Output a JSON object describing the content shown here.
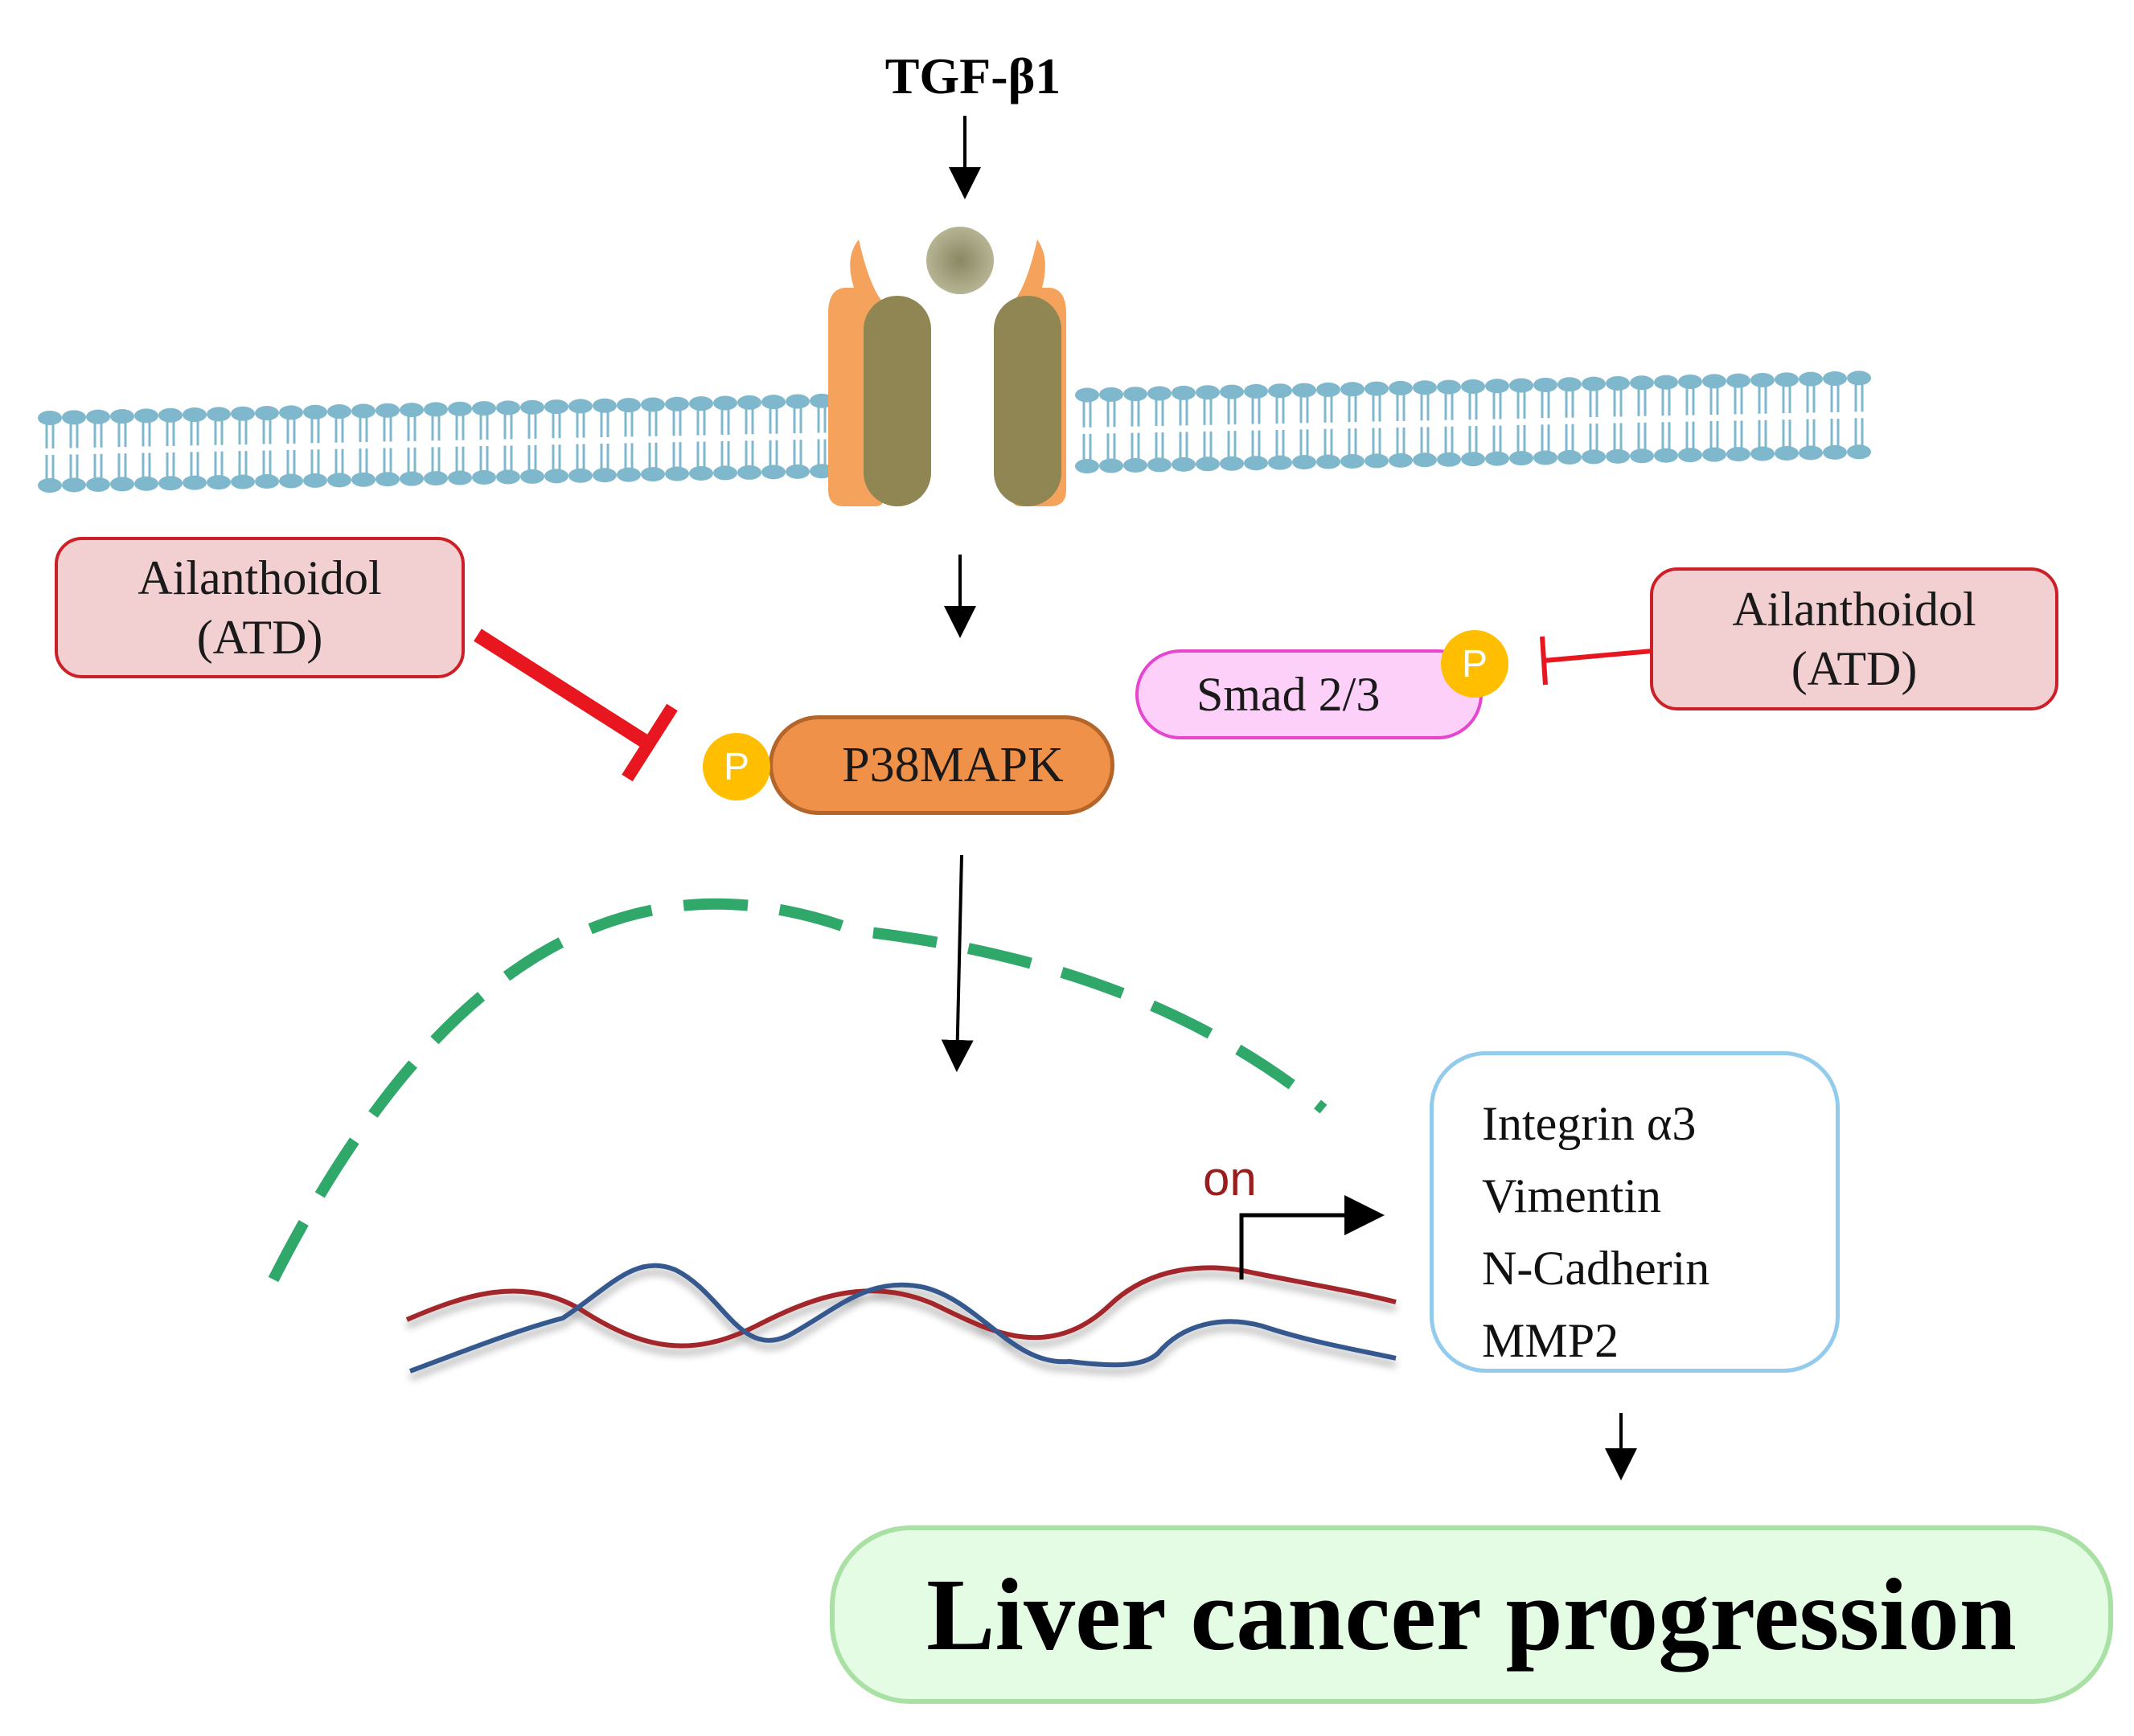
{
  "ligand": {
    "label": "TGF-β1"
  },
  "inhibitor_left": {
    "line1": "Ailanthoidol",
    "line2": "(ATD)"
  },
  "inhibitor_right": {
    "line1": "Ailanthoidol",
    "line2": "(ATD)"
  },
  "nodes": {
    "smad": "Smad 2/3",
    "p38": "P38MAPK",
    "phospho_label": "P"
  },
  "transcription": {
    "on_label": "on"
  },
  "target_genes": [
    "Integrin α3",
    "Vimentin",
    "N-Cadherin",
    "MMP2"
  ],
  "outcome": {
    "label": "Liver cancer progression"
  },
  "colors": {
    "membrane": "#7fb8cc",
    "receptor_outer": "#f5a35c",
    "receptor_inner": "#8f8653",
    "ligand": "#9c9a78",
    "inhibition": "#e8161e",
    "nucleus_border": "#2fa86a",
    "dna_red": "#a3262b",
    "dna_blue": "#35588e",
    "phospho": "#ffbf00"
  }
}
